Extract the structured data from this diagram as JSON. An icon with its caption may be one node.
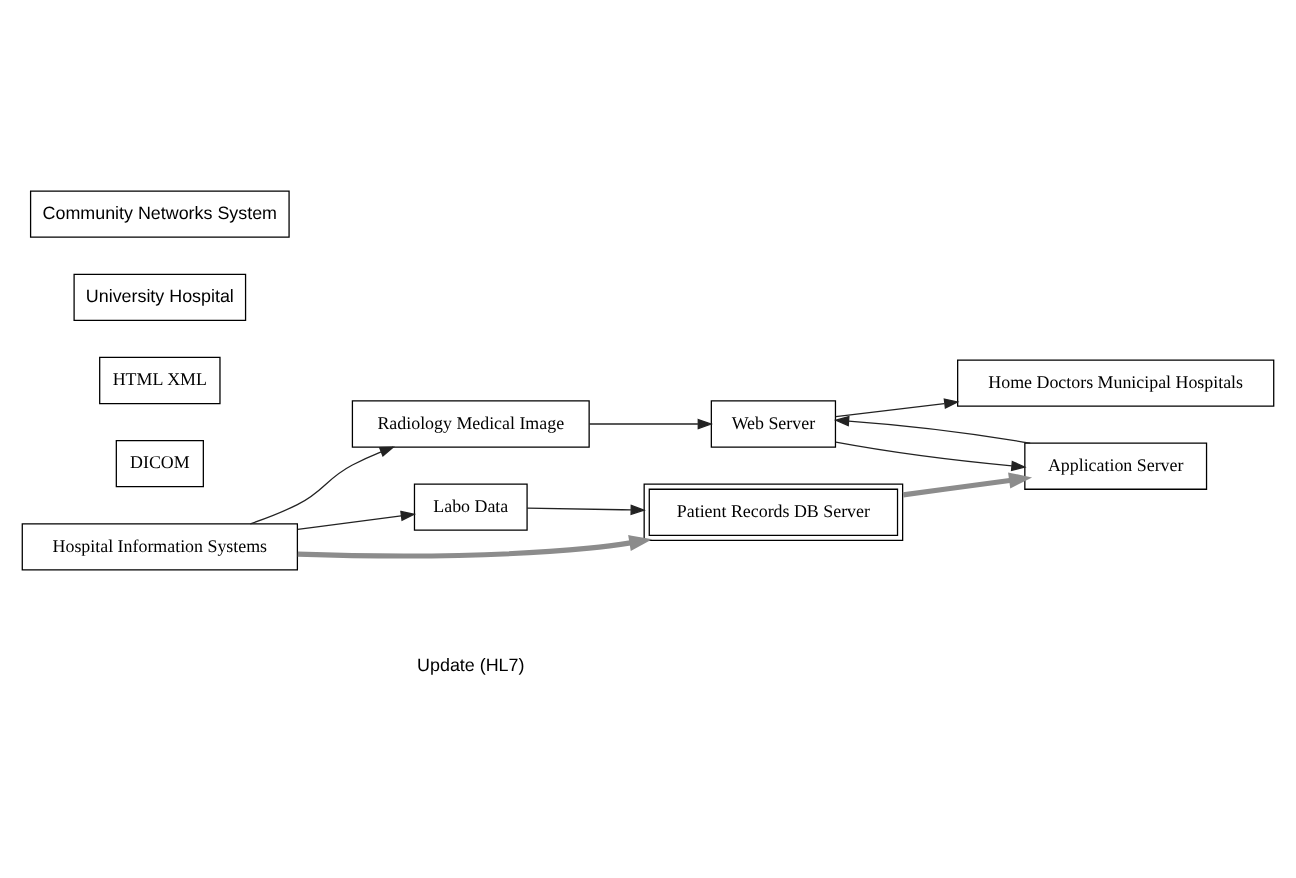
{
  "diagram": {
    "nodes": [
      {
        "text": [
          "Radiology Medical Image"
        ]
      },
      {
        "text": [
          "Labo Data"
        ]
      },
      {
        "text": [
          "DICOM"
        ]
      },
      {
        "text": [
          "Hospital Information Systems"
        ]
      },
      {
        "text": [
          "Patient Records DB Server"
        ]
      },
      {
        "text": [
          "Application Server"
        ]
      },
      {
        "text": [
          "Web Server"
        ]
      },
      {
        "text": [
          "HTML XML"
        ]
      },
      {
        "text": [
          "University Hospital"
        ]
      },
      {
        "text": [
          "Community Networks System"
        ]
      },
      {
        "text": [
          "Home Doctors Municipal Hospitals"
        ]
      }
    ],
    "edges": [
      {
        "from": 3,
        "to": 0,
        "arrow": "to"
      },
      {
        "from": 3,
        "to": 1,
        "arrow": "to"
      },
      {
        "from": 1,
        "to": 4,
        "arrow": "to"
      },
      {
        "from": 0,
        "to": 6,
        "arrow": "to"
      },
      {
        "from": 3,
        "to": 4,
        "arrow": "to",
        "style": "thick",
        "color": "#8c8c8c"
      },
      {
        "from": 4,
        "to": 5,
        "arrow": "to",
        "style": "thick",
        "color": "#8c8c8c"
      },
      {
        "from": 5,
        "to": 6,
        "arrow": "to"
      },
      {
        "from": 6,
        "to": 5,
        "arrow": "to"
      },
      {
        "from": 6,
        "to": 10,
        "arrow": "to"
      }
    ],
    "labels": [
      "Update (HL7)"
    ]
  }
}
